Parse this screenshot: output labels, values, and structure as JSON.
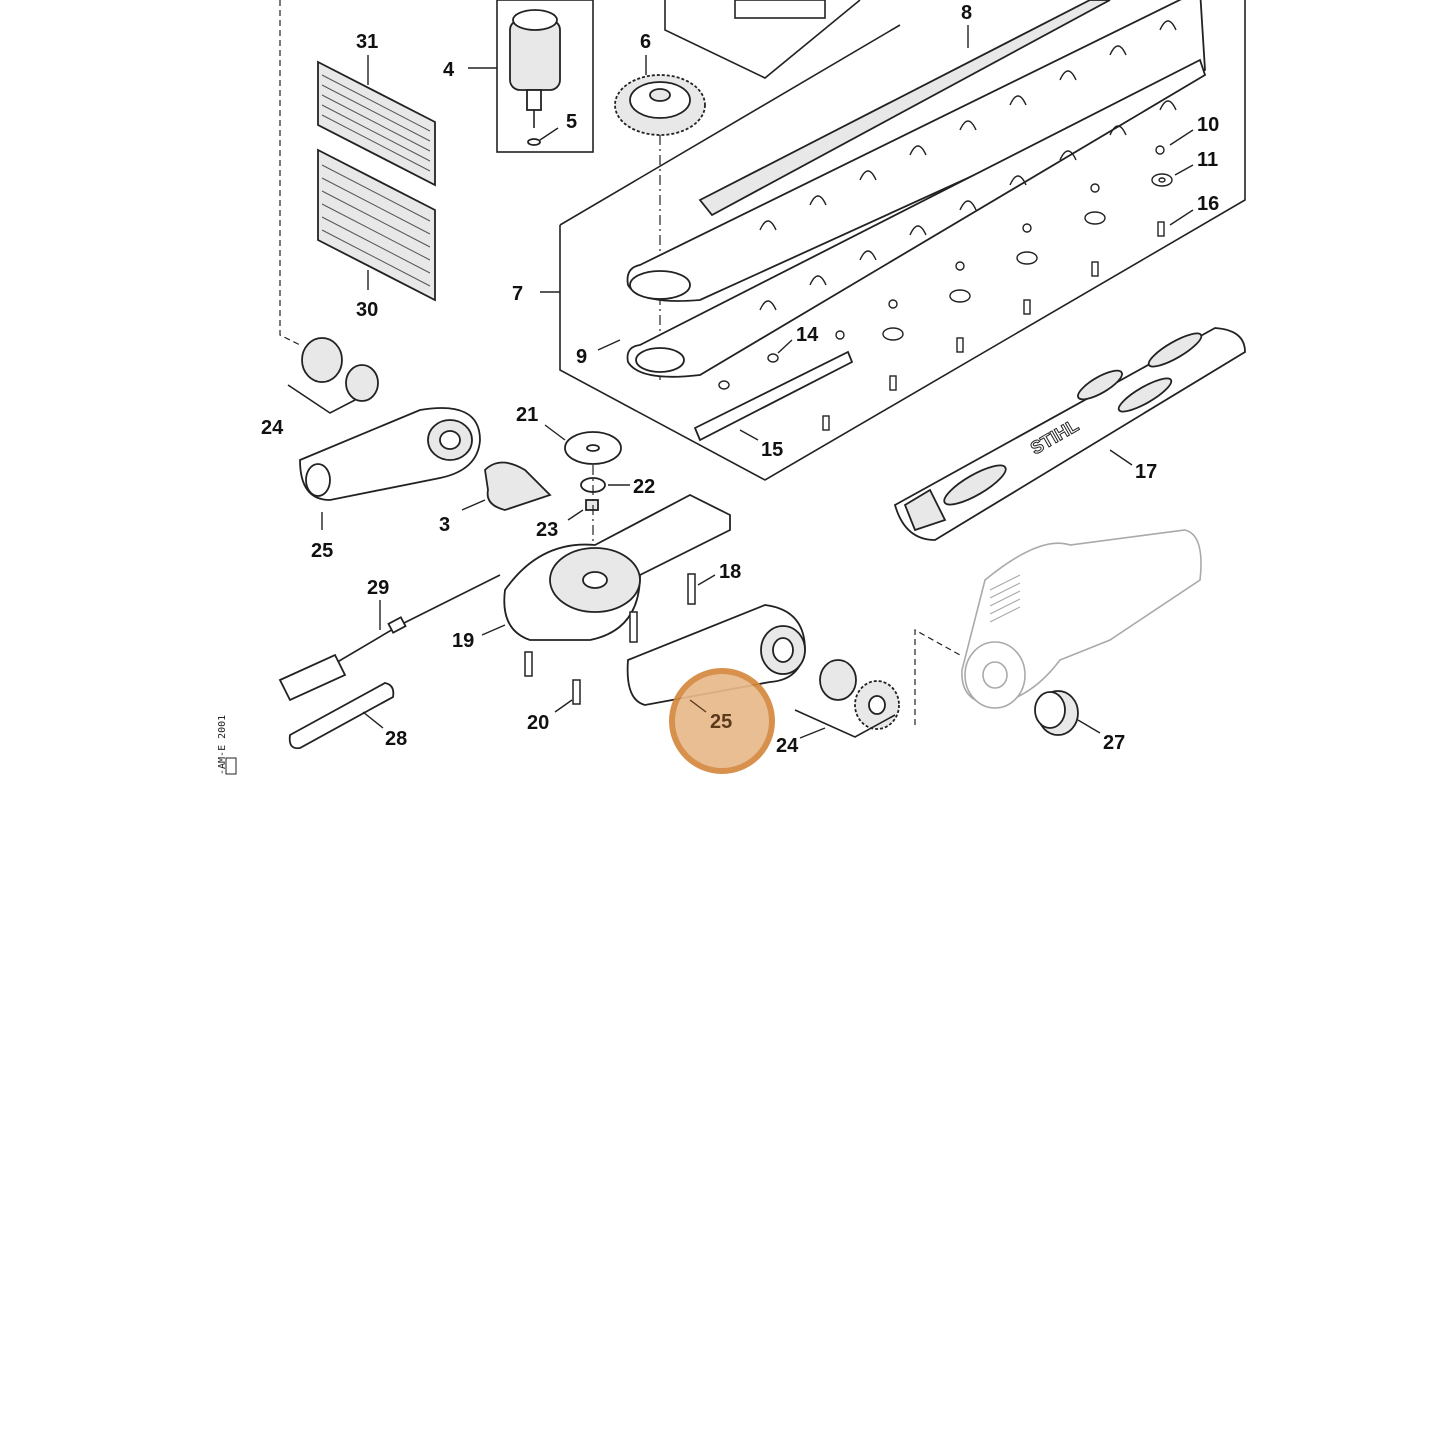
{
  "diagram": {
    "labels": [
      "31",
      "4",
      "6",
      "8",
      "5",
      "10",
      "11",
      "16",
      "7",
      "30",
      "14",
      "9",
      "24",
      "21",
      "15",
      "17",
      "22",
      "25",
      "3",
      "23",
      "18",
      "29",
      "19",
      "20",
      "28",
      "24",
      "27"
    ],
    "highlight_label": "25",
    "side_code": "-AM-E 2001",
    "brand_text": "STIHL",
    "colors": {
      "highlight_fill": "#e8b98a",
      "highlight_ring": "#d4883e",
      "line": "#222222"
    }
  }
}
